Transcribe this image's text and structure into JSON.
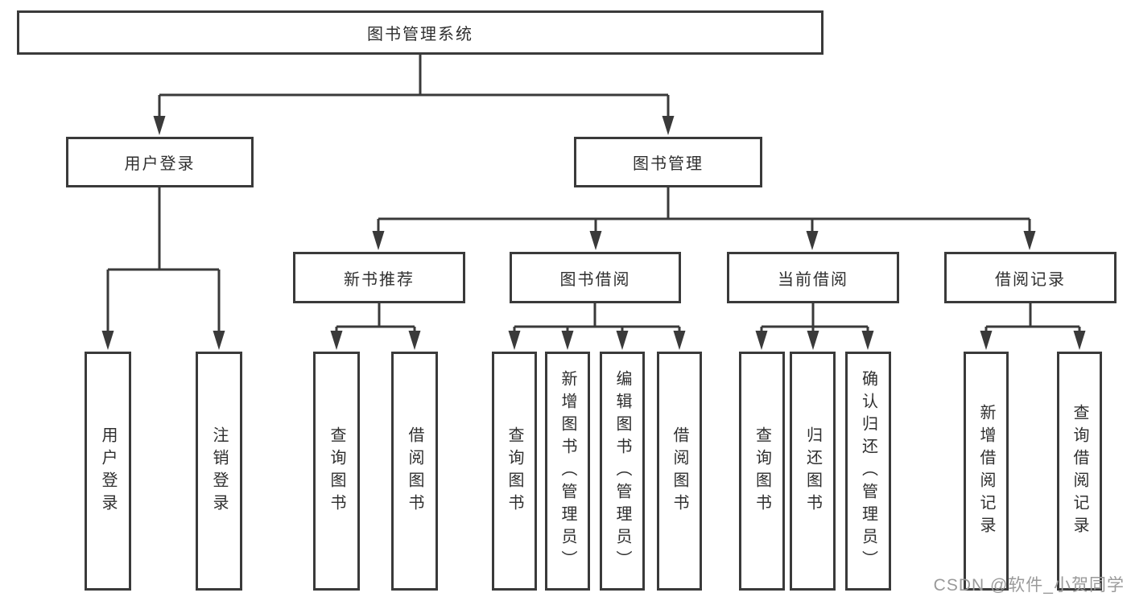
{
  "title": "图书管理系统",
  "colors": {
    "line": "#3a3a3a",
    "box_border": "#3a3a3a",
    "text": "#2f2f2f",
    "background": "#ffffff",
    "watermark": "#9a9a9a"
  },
  "tree": {
    "label": "图书管理系统",
    "children": [
      {
        "label": "用户登录",
        "children": [
          {
            "label": "用户登录"
          },
          {
            "label": "注销登录"
          }
        ]
      },
      {
        "label": "图书管理",
        "children": [
          {
            "label": "新书推荐",
            "children": [
              {
                "label": "查询图书"
              },
              {
                "label": "借阅图书"
              }
            ]
          },
          {
            "label": "图书借阅",
            "children": [
              {
                "label": "查询图书"
              },
              {
                "label": "新增图书（管理员）"
              },
              {
                "label": "编辑图书（管理员）"
              },
              {
                "label": "借阅图书"
              }
            ]
          },
          {
            "label": "当前借阅",
            "children": [
              {
                "label": "查询图书"
              },
              {
                "label": "归还图书"
              },
              {
                "label": "确认归还（管理员）"
              }
            ]
          },
          {
            "label": "借阅记录",
            "children": [
              {
                "label": "新增借阅记录"
              },
              {
                "label": "查询借阅记录"
              }
            ]
          }
        ]
      }
    ]
  },
  "watermark": {
    "text": "CSDN @软件_小贺同学"
  }
}
